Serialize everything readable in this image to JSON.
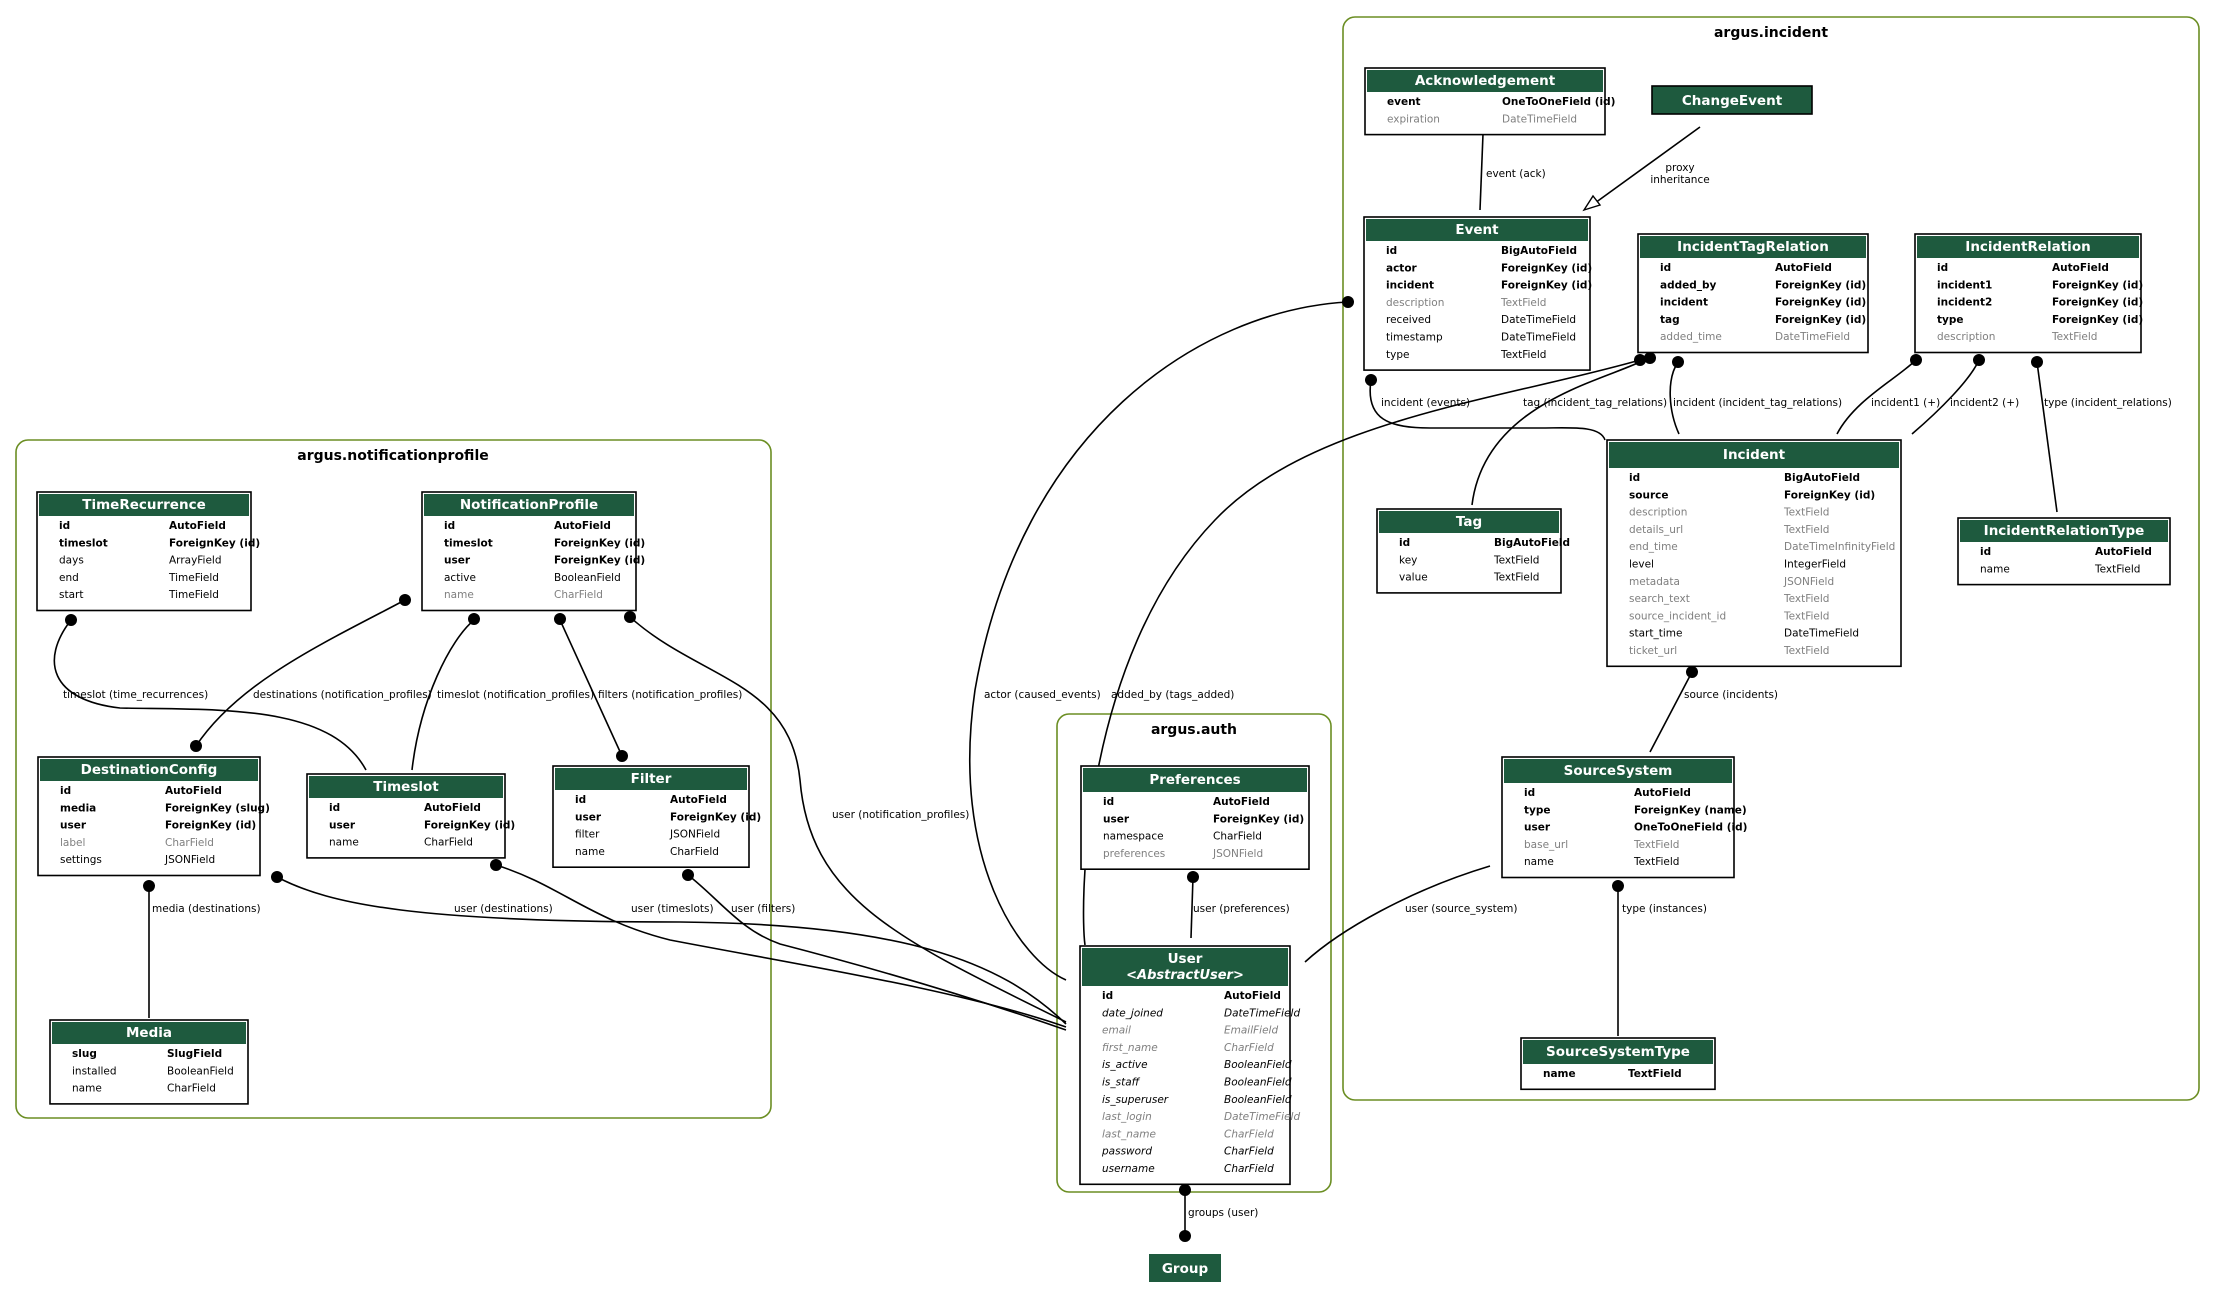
{
  "clusters": {
    "incident": "argus.incident",
    "notificationprofile": "argus.notificationprofile",
    "auth": "argus.auth"
  },
  "models": {
    "acknowledgement": {
      "title": "Acknowledgement",
      "fields": [
        {
          "name": "event",
          "type": "OneToOneField (id)",
          "style": "bold"
        },
        {
          "name": "expiration",
          "type": "DateTimeField",
          "style": "muted"
        }
      ]
    },
    "changeevent": {
      "title": "ChangeEvent",
      "fields": []
    },
    "event": {
      "title": "Event",
      "fields": [
        {
          "name": "id",
          "type": "BigAutoField",
          "style": "bold"
        },
        {
          "name": "actor",
          "type": "ForeignKey (id)",
          "style": "bold"
        },
        {
          "name": "incident",
          "type": "ForeignKey (id)",
          "style": "bold"
        },
        {
          "name": "description",
          "type": "TextField",
          "style": "muted"
        },
        {
          "name": "received",
          "type": "DateTimeField",
          "style": "normal"
        },
        {
          "name": "timestamp",
          "type": "DateTimeField",
          "style": "normal"
        },
        {
          "name": "type",
          "type": "TextField",
          "style": "normal"
        }
      ]
    },
    "incidenttagrelation": {
      "title": "IncidentTagRelation",
      "fields": [
        {
          "name": "id",
          "type": "AutoField",
          "style": "bold"
        },
        {
          "name": "added_by",
          "type": "ForeignKey (id)",
          "style": "bold"
        },
        {
          "name": "incident",
          "type": "ForeignKey (id)",
          "style": "bold"
        },
        {
          "name": "tag",
          "type": "ForeignKey (id)",
          "style": "bold"
        },
        {
          "name": "added_time",
          "type": "DateTimeField",
          "style": "muted"
        }
      ]
    },
    "incidentrelation": {
      "title": "IncidentRelation",
      "fields": [
        {
          "name": "id",
          "type": "AutoField",
          "style": "bold"
        },
        {
          "name": "incident1",
          "type": "ForeignKey (id)",
          "style": "bold"
        },
        {
          "name": "incident2",
          "type": "ForeignKey (id)",
          "style": "bold"
        },
        {
          "name": "type",
          "type": "ForeignKey (id)",
          "style": "bold"
        },
        {
          "name": "description",
          "type": "TextField",
          "style": "muted"
        }
      ]
    },
    "incident": {
      "title": "Incident",
      "fields": [
        {
          "name": "id",
          "type": "BigAutoField",
          "style": "bold"
        },
        {
          "name": "source",
          "type": "ForeignKey (id)",
          "style": "bold"
        },
        {
          "name": "description",
          "type": "TextField",
          "style": "muted"
        },
        {
          "name": "details_url",
          "type": "TextField",
          "style": "muted"
        },
        {
          "name": "end_time",
          "type": "DateTimeInfinityField",
          "style": "muted"
        },
        {
          "name": "level",
          "type": "IntegerField",
          "style": "normal"
        },
        {
          "name": "metadata",
          "type": "JSONField",
          "style": "muted"
        },
        {
          "name": "search_text",
          "type": "TextField",
          "style": "muted"
        },
        {
          "name": "source_incident_id",
          "type": "TextField",
          "style": "muted"
        },
        {
          "name": "start_time",
          "type": "DateTimeField",
          "style": "normal"
        },
        {
          "name": "ticket_url",
          "type": "TextField",
          "style": "muted"
        }
      ]
    },
    "tag": {
      "title": "Tag",
      "fields": [
        {
          "name": "id",
          "type": "BigAutoField",
          "style": "bold"
        },
        {
          "name": "key",
          "type": "TextField",
          "style": "normal"
        },
        {
          "name": "value",
          "type": "TextField",
          "style": "normal"
        }
      ]
    },
    "incidentrelationtype": {
      "title": "IncidentRelationType",
      "fields": [
        {
          "name": "id",
          "type": "AutoField",
          "style": "bold"
        },
        {
          "name": "name",
          "type": "TextField",
          "style": "normal"
        }
      ]
    },
    "sourcesystem": {
      "title": "SourceSystem",
      "fields": [
        {
          "name": "id",
          "type": "AutoField",
          "style": "bold"
        },
        {
          "name": "type",
          "type": "ForeignKey (name)",
          "style": "bold"
        },
        {
          "name": "user",
          "type": "OneToOneField (id)",
          "style": "bold"
        },
        {
          "name": "base_url",
          "type": "TextField",
          "style": "muted"
        },
        {
          "name": "name",
          "type": "TextField",
          "style": "normal"
        }
      ]
    },
    "sourcesystemtype": {
      "title": "SourceSystemType",
      "fields": [
        {
          "name": "name",
          "type": "TextField",
          "style": "bold"
        }
      ]
    },
    "timerecurrence": {
      "title": "TimeRecurrence",
      "fields": [
        {
          "name": "id",
          "type": "AutoField",
          "style": "bold"
        },
        {
          "name": "timeslot",
          "type": "ForeignKey (id)",
          "style": "bold"
        },
        {
          "name": "days",
          "type": "ArrayField",
          "style": "normal"
        },
        {
          "name": "end",
          "type": "TimeField",
          "style": "normal"
        },
        {
          "name": "start",
          "type": "TimeField",
          "style": "normal"
        }
      ]
    },
    "notificationprofile": {
      "title": "NotificationProfile",
      "fields": [
        {
          "name": "id",
          "type": "AutoField",
          "style": "bold"
        },
        {
          "name": "timeslot",
          "type": "ForeignKey (id)",
          "style": "bold"
        },
        {
          "name": "user",
          "type": "ForeignKey (id)",
          "style": "bold"
        },
        {
          "name": "active",
          "type": "BooleanField",
          "style": "normal"
        },
        {
          "name": "name",
          "type": "CharField",
          "style": "muted"
        }
      ]
    },
    "destinationconfig": {
      "title": "DestinationConfig",
      "fields": [
        {
          "name": "id",
          "type": "AutoField",
          "style": "bold"
        },
        {
          "name": "media",
          "type": "ForeignKey (slug)",
          "style": "bold"
        },
        {
          "name": "user",
          "type": "ForeignKey (id)",
          "style": "bold"
        },
        {
          "name": "label",
          "type": "CharField",
          "style": "muted"
        },
        {
          "name": "settings",
          "type": "JSONField",
          "style": "normal"
        }
      ]
    },
    "timeslot": {
      "title": "Timeslot",
      "fields": [
        {
          "name": "id",
          "type": "AutoField",
          "style": "bold"
        },
        {
          "name": "user",
          "type": "ForeignKey (id)",
          "style": "bold"
        },
        {
          "name": "name",
          "type": "CharField",
          "style": "normal"
        }
      ]
    },
    "filter": {
      "title": "Filter",
      "fields": [
        {
          "name": "id",
          "type": "AutoField",
          "style": "bold"
        },
        {
          "name": "user",
          "type": "ForeignKey (id)",
          "style": "bold"
        },
        {
          "name": "filter",
          "type": "JSONField",
          "style": "normal"
        },
        {
          "name": "name",
          "type": "CharField",
          "style": "normal"
        }
      ]
    },
    "media": {
      "title": "Media",
      "fields": [
        {
          "name": "slug",
          "type": "SlugField",
          "style": "bold"
        },
        {
          "name": "installed",
          "type": "BooleanField",
          "style": "normal"
        },
        {
          "name": "name",
          "type": "CharField",
          "style": "normal"
        }
      ]
    },
    "preferences": {
      "title": "Preferences",
      "fields": [
        {
          "name": "id",
          "type": "AutoField",
          "style": "bold"
        },
        {
          "name": "user",
          "type": "ForeignKey (id)",
          "style": "bold"
        },
        {
          "name": "namespace",
          "type": "CharField",
          "style": "normal"
        },
        {
          "name": "preferences",
          "type": "JSONField",
          "style": "muted"
        }
      ]
    },
    "user": {
      "title": "User",
      "subtitle": "<AbstractUser>",
      "fields": [
        {
          "name": "id",
          "type": "AutoField",
          "style": "bold"
        },
        {
          "name": "date_joined",
          "type": "DateTimeField",
          "style": "ital"
        },
        {
          "name": "email",
          "type": "EmailField",
          "style": "mutedital"
        },
        {
          "name": "first_name",
          "type": "CharField",
          "style": "mutedital"
        },
        {
          "name": "is_active",
          "type": "BooleanField",
          "style": "ital"
        },
        {
          "name": "is_staff",
          "type": "BooleanField",
          "style": "ital"
        },
        {
          "name": "is_superuser",
          "type": "BooleanField",
          "style": "ital"
        },
        {
          "name": "last_login",
          "type": "DateTimeField",
          "style": "mutedital"
        },
        {
          "name": "last_name",
          "type": "CharField",
          "style": "mutedital"
        },
        {
          "name": "password",
          "type": "CharField",
          "style": "ital"
        },
        {
          "name": "username",
          "type": "CharField",
          "style": "ital"
        }
      ]
    },
    "group": {
      "title": "Group",
      "fields": []
    }
  },
  "edge_labels": {
    "event_ack": "event (ack)",
    "proxy": [
      "proxy",
      "inheritance"
    ],
    "incident_events": "incident (events)",
    "tag_rel": "tag (incident_tag_relations)",
    "incident_tag_rel": "incident (incident_tag_relations)",
    "incident1": "incident1 (+)",
    "incident2": "incident2 (+)",
    "type_rel": "type (incident_relations)",
    "source_incidents": "source (incidents)",
    "timeslot_recurrences": "timeslot (time_recurrences)",
    "dest_profiles": "destinations (notification_profiles)",
    "timeslot_profiles": "timeslot (notification_profiles)",
    "filters_profiles": "filters (notification_profiles)",
    "media_dest": "media (destinations)",
    "user_dest": "user (destinations)",
    "user_timeslots": "user (timeslots)",
    "user_filters": "user (filters)",
    "user_profiles": "user (notification_profiles)",
    "actor": "actor (caused_events)",
    "added_by": "added_by (tags_added)",
    "user_prefs": "user (preferences)",
    "user_source": "user (source_system)",
    "type_instances": "type (instances)",
    "groups": "groups (user)"
  }
}
